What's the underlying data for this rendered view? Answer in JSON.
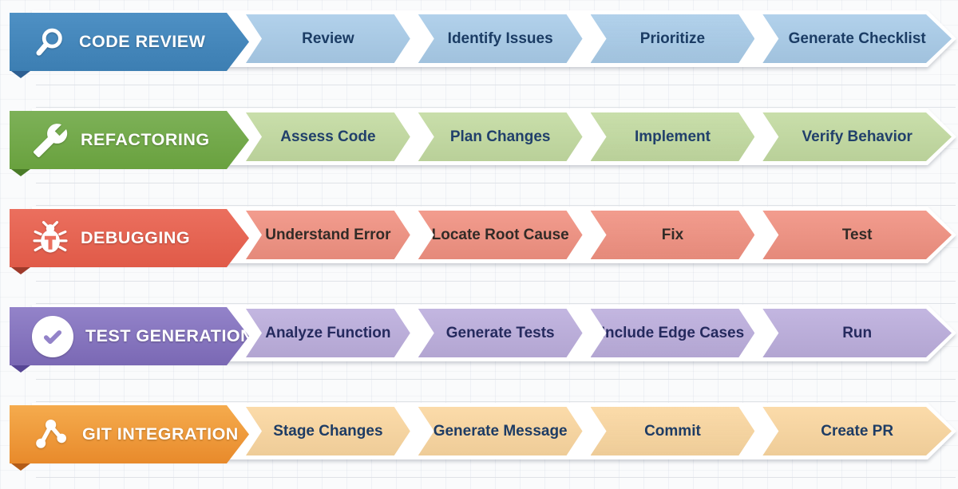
{
  "page": {
    "background": "#fafbfc",
    "grid_line_color": "#e7ebf1",
    "divider_color": "#dfe2e7"
  },
  "rows": [
    {
      "title": "CODE REVIEW",
      "icon": "search-icon",
      "colors": {
        "header": "#4e90c4",
        "header_dark": "#3c7eb2",
        "fold": "#2d5f92",
        "step_bg": "#a9cce9",
        "step_text": "#1b3c64"
      },
      "steps": [
        "Review",
        "Identify Issues",
        "Prioritize",
        "Generate Checklist"
      ]
    },
    {
      "title": "REFACTORING",
      "icon": "wrench-icon",
      "colors": {
        "header": "#7db158",
        "header_dark": "#69a13e",
        "fold": "#4a7c28",
        "step_bg": "#c3dba1",
        "step_text": "#21406b"
      },
      "steps": [
        "Assess Code",
        "Plan Changes",
        "Implement",
        "Verify Behavior"
      ]
    },
    {
      "title": "DEBUGGING",
      "icon": "bug-icon",
      "colors": {
        "header": "#eb6f5e",
        "header_dark": "#e05a48",
        "fold": "#9e3a2b",
        "step_bg": "#f19181",
        "step_text": "#322b27"
      },
      "steps": [
        "Understand Error",
        "Locate Root Cause",
        "Fix",
        "Test"
      ]
    },
    {
      "title": "TEST GENERATION",
      "icon": "check-circle-icon",
      "colors": {
        "header": "#9383c9",
        "header_dark": "#7a68b4",
        "fold": "#564594",
        "step_bg": "#bcaedd",
        "step_text": "#252a5e"
      },
      "steps": [
        "Analyze Function",
        "Generate Tests",
        "Include Edge Cases",
        "Run"
      ]
    },
    {
      "title": "GIT INTEGRATION",
      "icon": "git-branch-icon",
      "colors": {
        "header": "#f5ab4d",
        "header_dark": "#e88a2b",
        "fold": "#b35c17",
        "step_bg": "#fbd7a0",
        "step_text": "#1e3c64"
      },
      "steps": [
        "Stage Changes",
        "Generate Message",
        "Commit",
        "Create PR"
      ]
    }
  ]
}
